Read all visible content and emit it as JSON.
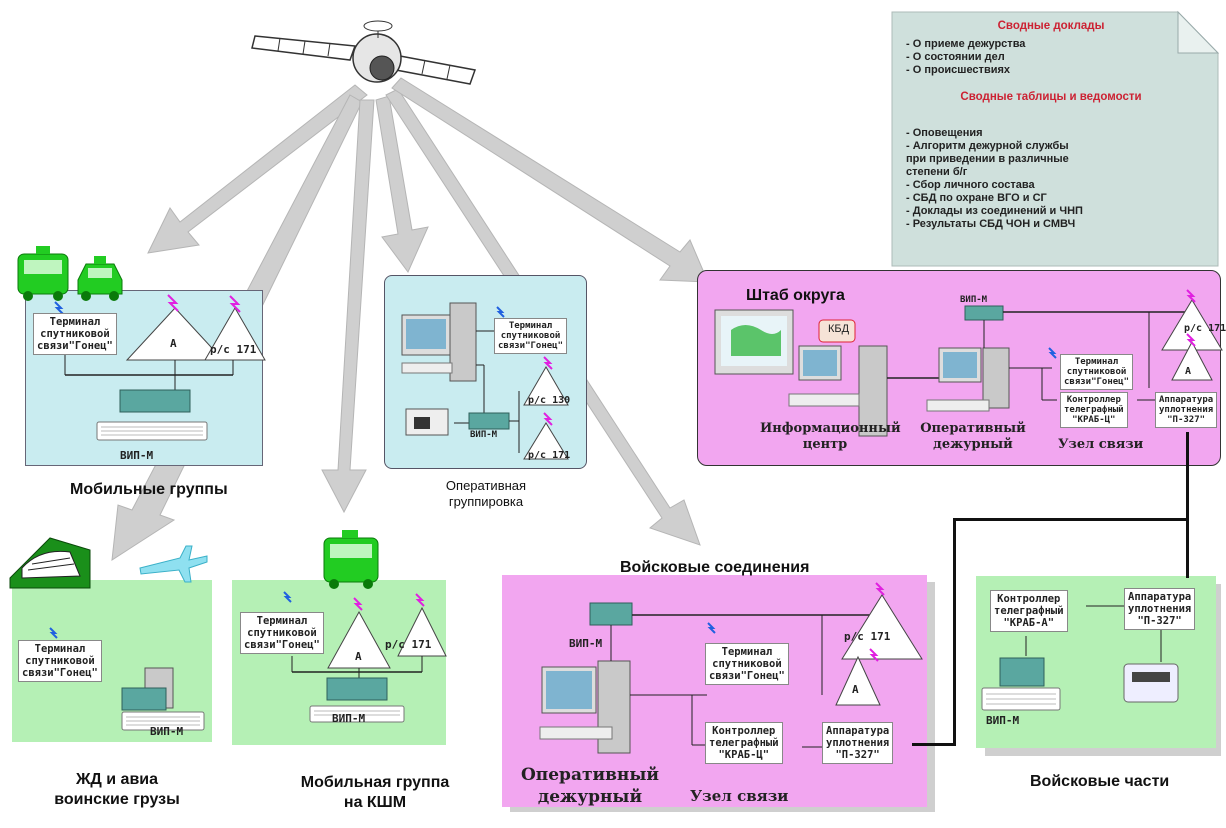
{
  "memo": {
    "heading1": "Сводные доклады",
    "items1": [
      "- О приеме дежурства",
      "- О состоянии дел",
      "- О происшествиях"
    ],
    "heading2": "Сводные таблицы и ведомости",
    "items2": [
      "- Оповещения",
      "- Алгоритм  дежурной службы",
      "при приведении в различные",
      "степени б/г",
      "- Сбор личного состава",
      "- СБД по охране ВГО и СГ",
      "- Доклады из соединений и ЧНП",
      "- Результаты СБД ЧОН и СМВЧ"
    ]
  },
  "mobile_groups": {
    "terminal": [
      "Терминал",
      "спутниковой",
      "связи\"Гонец\""
    ],
    "antenna_a": "А",
    "radio": "р/с 171",
    "vip": "ВИП-М",
    "caption": "Мобильные группы"
  },
  "operational_group": {
    "terminal": [
      "Терминал",
      "спутниковой",
      "связи\"Гонец\""
    ],
    "radio1": "р/с 130",
    "radio2": "р/с 171",
    "vip": "ВИП-М",
    "caption": [
      "Оперативная",
      "группировка"
    ]
  },
  "hq": {
    "title": "Штаб округа",
    "kbd": "КБД",
    "vip": "ВИП-М",
    "radio": "р/с 171",
    "antenna_a": "А",
    "terminal": [
      "Терминал",
      "спутниковой",
      "связи\"Гонец\""
    ],
    "controller": [
      "Контроллер",
      "телеграфный",
      "\"КРАБ-Ц\""
    ],
    "multiplex": [
      "Аппаратура",
      "уплотнения",
      "\"П-327\""
    ],
    "info_center": [
      "Информационный",
      "центр"
    ],
    "duty": [
      "Оперативный",
      "дежурный"
    ],
    "node": "Узел связи"
  },
  "rail_air": {
    "terminal": [
      "Терминал",
      "спутниковой",
      "связи\"Гонец\""
    ],
    "vip": "ВИП-М",
    "caption": [
      "ЖД и авиа",
      "воинские грузы"
    ]
  },
  "kshm": {
    "terminal": [
      "Терминал",
      "спутниковой",
      "связи\"Гонец\""
    ],
    "antenna_a": "А",
    "radio": "р/с 171",
    "vip": "ВИП-М",
    "caption": [
      "Мобильная группа",
      "на КШМ"
    ]
  },
  "formations": {
    "title": "Войсковые соединения",
    "vip": "ВИП-М",
    "radio": "р/с 171",
    "antenna_a": "А",
    "terminal": [
      "Терминал",
      "спутниковой",
      "связи\"Гонец\""
    ],
    "controller": [
      "Контроллер",
      "телеграфный",
      "\"КРАБ-Ц\""
    ],
    "multiplex": [
      "Аппаратура",
      "уплотнения",
      "\"П-327\""
    ],
    "duty": [
      "Оперативный",
      "дежурный"
    ],
    "node": "Узел связи"
  },
  "units": {
    "controller": [
      "Контроллер",
      "телеграфный",
      "\"КРАБ-А\""
    ],
    "multiplex": [
      "Аппаратура",
      "уплотнения",
      "\"П-327\""
    ],
    "vip": "ВИП-М",
    "caption": "Войсковые части"
  }
}
